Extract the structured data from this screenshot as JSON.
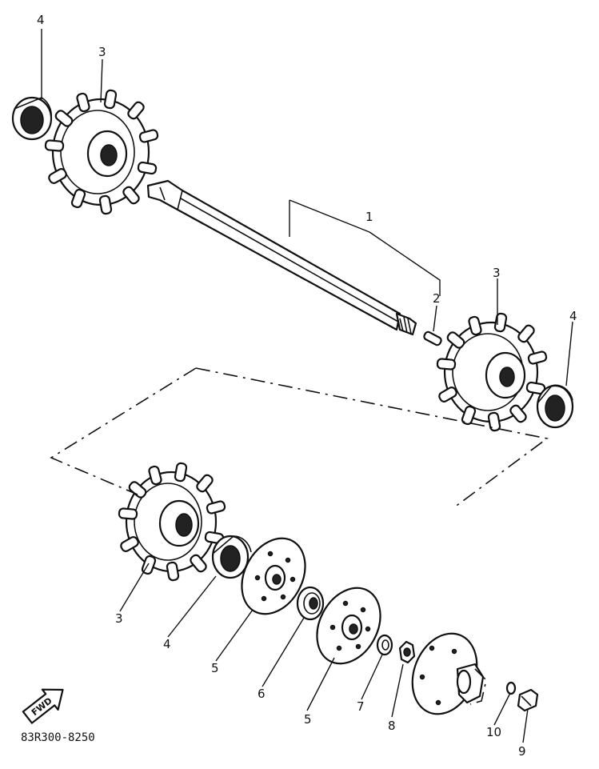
{
  "callouts": {
    "c1": "1",
    "c2": "2",
    "c3a": "3",
    "c3b": "3",
    "c3c": "3",
    "c4a": "4",
    "c4b": "4",
    "c4c": "4",
    "c5a": "5",
    "c5b": "5",
    "c6": "6",
    "c7": "7",
    "c8": "8",
    "c9": "9",
    "c10": "10"
  },
  "fwd_label": "FWD",
  "drawing_code": "83R300-8250",
  "icons": {
    "direction": "fwd-arrow-icon"
  }
}
